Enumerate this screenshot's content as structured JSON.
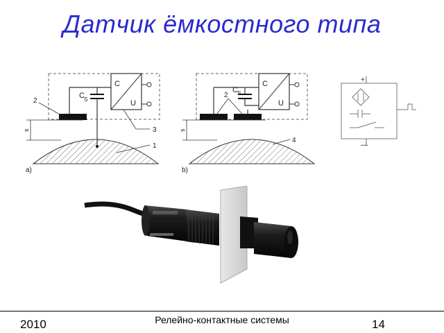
{
  "slide": {
    "title": "Датчик ёмкостного типа",
    "footer_year": "2010",
    "footer_center": "Релейно-контактные системы",
    "page_number": "14"
  },
  "diagram_a": {
    "caption": "a)",
    "converter_top": "C",
    "converter_bottom": "U",
    "cap_label": "C",
    "cap_sub": "S",
    "callouts": [
      "2",
      "3",
      "1"
    ],
    "gap_label": "s"
  },
  "diagram_b": {
    "caption": "b)",
    "converter_top": "C",
    "converter_bottom": "U",
    "cap_label": "C",
    "cap_sub": "S",
    "callouts": [
      "2",
      "4"
    ],
    "gap_label": "s"
  },
  "symbol": {
    "plus": "+",
    "minus": "—"
  }
}
